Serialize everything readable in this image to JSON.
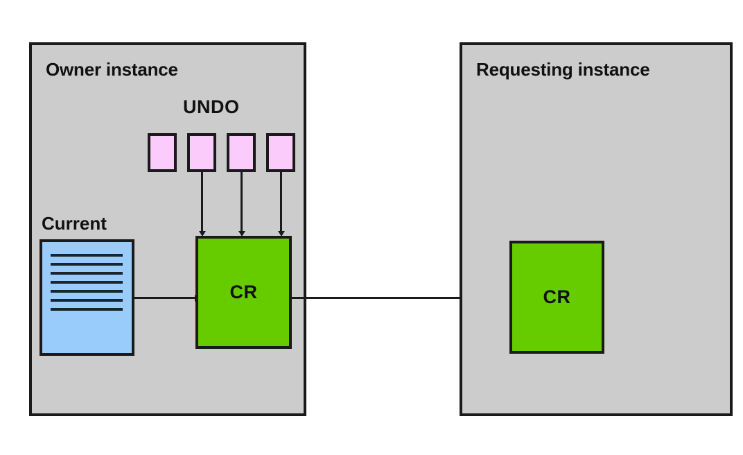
{
  "diagram": {
    "title": "",
    "colors": {
      "panel_bg": "#cccccc",
      "panel_border": "#1a1a1a",
      "undo_box": "#fbccfb",
      "current_doc": "#99ccfb",
      "cr_box": "#66cc00",
      "canvas": "#ffffff",
      "line": "#1a1a1a"
    },
    "panels": [
      {
        "id": "owner",
        "title": "Owner instance",
        "undo": {
          "label": "UNDO",
          "boxes": [
            {
              "index": 0,
              "label": ""
            },
            {
              "index": 1,
              "label": ""
            },
            {
              "index": 2,
              "label": ""
            },
            {
              "index": 3,
              "label": ""
            }
          ],
          "arrow_count": 3
        },
        "current": {
          "label": "Current",
          "line_count": 7
        },
        "cr": {
          "label": "CR"
        }
      },
      {
        "id": "requesting",
        "title": "Requesting instance",
        "cr": {
          "label": "CR"
        }
      }
    ],
    "arrows": [
      {
        "name": "undo-to-cr-1",
        "from": "undo-box-1",
        "to": "cr-owner",
        "direction": "down"
      },
      {
        "name": "undo-to-cr-2",
        "from": "undo-box-2",
        "to": "cr-owner",
        "direction": "down"
      },
      {
        "name": "undo-to-cr-3",
        "from": "undo-box-3",
        "to": "cr-owner",
        "direction": "down"
      },
      {
        "name": "current-to-cr",
        "from": "current-doc",
        "to": "cr-owner",
        "direction": "right"
      },
      {
        "name": "owner-cr-to-requesting-cr",
        "from": "cr-owner",
        "to": "cr-requesting",
        "direction": "right"
      }
    ]
  }
}
